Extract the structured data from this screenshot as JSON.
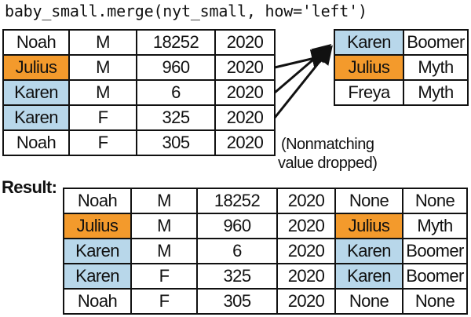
{
  "code_line": "baby_small.merge(nyt_small, how='left')",
  "left_table": {
    "rows": [
      {
        "name": "Noah",
        "sex": "M",
        "count": "18252",
        "year": "2020",
        "color": "none"
      },
      {
        "name": "Julius",
        "sex": "M",
        "count": "960",
        "year": "2020",
        "color": "orange"
      },
      {
        "name": "Karen",
        "sex": "M",
        "count": "6",
        "year": "2020",
        "color": "blue"
      },
      {
        "name": "Karen",
        "sex": "F",
        "count": "325",
        "year": "2020",
        "color": "blue"
      },
      {
        "name": "Noah",
        "sex": "F",
        "count": "305",
        "year": "2020",
        "color": "none"
      }
    ]
  },
  "right_table": {
    "rows": [
      {
        "name": "Karen",
        "category": "Boomer",
        "color": "blue"
      },
      {
        "name": "Julius",
        "category": "Myth",
        "color": "orange"
      },
      {
        "name": "Freya",
        "category": "Myth",
        "color": "none"
      }
    ]
  },
  "note": {
    "line1": "(Nonmatching",
    "line2": "value dropped)"
  },
  "result_label": "Result:",
  "result_table": {
    "rows": [
      {
        "name": "Noah",
        "sex": "M",
        "count": "18252",
        "year": "2020",
        "nyt_name": "None",
        "category": "None",
        "color": "none"
      },
      {
        "name": "Julius",
        "sex": "M",
        "count": "960",
        "year": "2020",
        "nyt_name": "Julius",
        "category": "Myth",
        "color": "orange"
      },
      {
        "name": "Karen",
        "sex": "M",
        "count": "6",
        "year": "2020",
        "nyt_name": "Karen",
        "category": "Boomer",
        "color": "blue"
      },
      {
        "name": "Karen",
        "sex": "F",
        "count": "325",
        "year": "2020",
        "nyt_name": "Karen",
        "category": "Boomer",
        "color": "blue"
      },
      {
        "name": "Noah",
        "sex": "F",
        "count": "305",
        "year": "2020",
        "nyt_name": "None",
        "category": "None",
        "color": "none"
      }
    ]
  },
  "colors": {
    "orange": "#f39a2c",
    "blue": "#b8d7ea",
    "line": "#111111"
  }
}
